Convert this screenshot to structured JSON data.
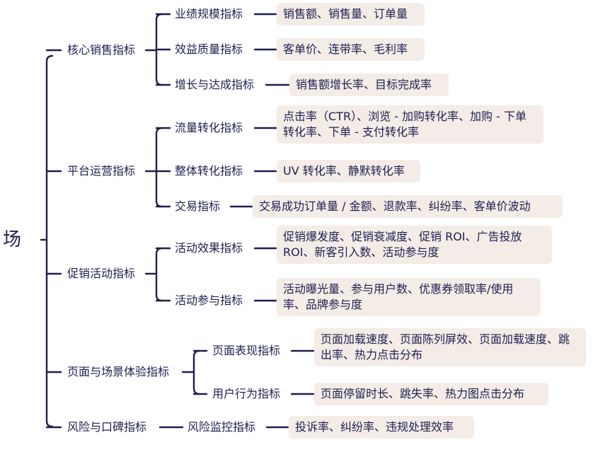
{
  "diagram": {
    "root": "场",
    "groups": [
      {
        "label": "核心销售指标",
        "subs": [
          {
            "label": "业绩规模指标",
            "leaf": "销售额、销售量、订单量"
          },
          {
            "label": "效益质量指标",
            "leaf": "客单价、连带率、毛利率"
          },
          {
            "label": "增长与达成指标",
            "leaf": "销售额增长率、目标完成率"
          }
        ]
      },
      {
        "label": "平台运营指标",
        "subs": [
          {
            "label": "流量转化指标",
            "leaf": "点击率（CTR）、浏览 - 加购转化率、加购 - 下单转化率、下单 - 支付转化率"
          },
          {
            "label": "整体转化指标",
            "leaf": "UV 转化率、静默转化率"
          },
          {
            "label": "交易指标",
            "leaf": "交易成功订单量 / 金额、退款率、纠纷率、客单价波动"
          }
        ]
      },
      {
        "label": "促销活动指标",
        "subs": [
          {
            "label": "活动效果指标",
            "leaf": "促销爆发度、促销衰减度、促销 ROI、广告投放 ROI、新客引入数、活动参与度"
          },
          {
            "label": "活动参与指标",
            "leaf": "活动曝光量、参与用户数、优惠券领取率/使用率、品牌参与度"
          }
        ]
      },
      {
        "label": "页面与场景体验指标",
        "subs": [
          {
            "label": "页面表现指标",
            "leaf": "页面加载速度、页面陈列屏效、页面加载速度、跳出率、热力点击分布"
          },
          {
            "label": "用户行为指标",
            "leaf": "页面停留时长、跳失率、热力图点击分布"
          }
        ]
      },
      {
        "label": "风险与口碑指标",
        "subs": [
          {
            "label": "风险监控指标",
            "leaf": "投诉率、纠纷率、违规处理效率"
          }
        ]
      }
    ]
  }
}
